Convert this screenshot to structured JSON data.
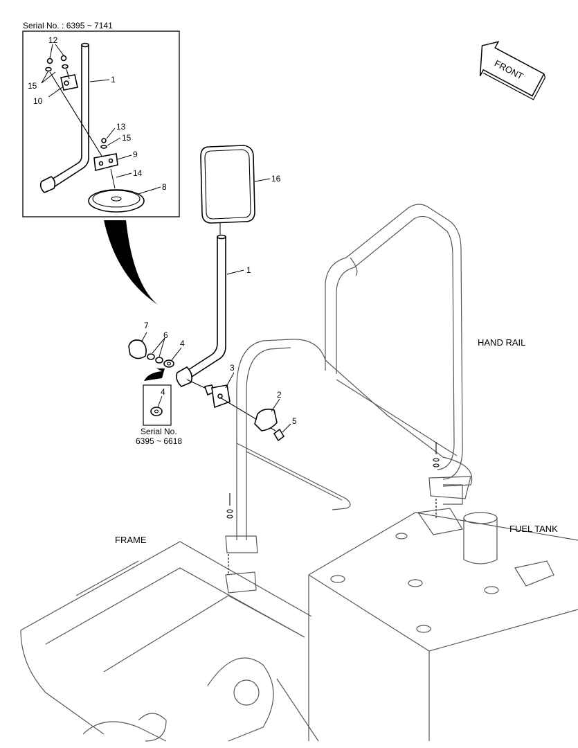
{
  "inset": {
    "title": "Serial No. : 6395 ~ 7141",
    "labels": {
      "l12": "12",
      "l15a": "15",
      "l10": "10",
      "l1": "1",
      "l13": "13",
      "l15b": "15",
      "l9": "9",
      "l14": "14",
      "l8": "8"
    }
  },
  "front_label": "FRONT",
  "main_labels": {
    "l16": "16",
    "l1": "1",
    "l7": "7",
    "l6": "6",
    "l4": "4",
    "l3": "3",
    "l2": "2",
    "l5": "5"
  },
  "sub_inset": {
    "part": "4",
    "serial_title": "Serial No.",
    "serial_range": "6395 ~ 6618"
  },
  "assembly_labels": {
    "hand_rail": "HAND RAIL",
    "fuel_tank": "FUEL TANK",
    "frame": "FRAME"
  }
}
